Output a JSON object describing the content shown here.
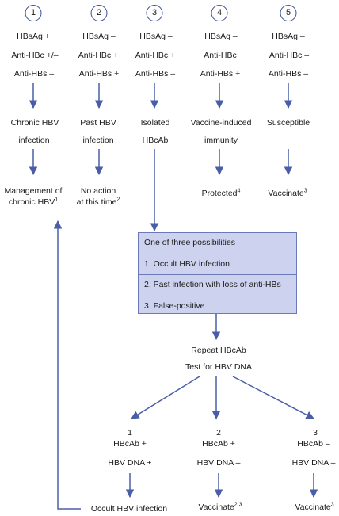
{
  "columns": [
    {
      "number": "1",
      "hbsag": "HBsAg +",
      "antihbc": "Anti-HBc +/–",
      "antihbs": "Anti-HBs –",
      "status_line1": "Chronic HBV",
      "status_line2": "infection",
      "action_line1": "Management of",
      "action_line2": "chronic HBV",
      "action_sup": "1"
    },
    {
      "number": "2",
      "hbsag": "HBsAg –",
      "antihbc": "Anti-HBc +",
      "antihbs": "Anti-HBs +",
      "status_line1": "Past HBV",
      "status_line2": "infection",
      "action_line1": "No action",
      "action_line2": "at this time",
      "action_sup": "2"
    },
    {
      "number": "3",
      "hbsag": "HBsAg –",
      "antihbc": "Anti-HBc +",
      "antihbs": "Anti-HBs –",
      "status_line1": "Isolated",
      "status_line2": "HBcAb"
    },
    {
      "number": "4",
      "hbsag": "HBsAg –",
      "antihbc": "Anti-HBc",
      "antihbs": "Anti-HBs +",
      "status_line1": "Vaccine-induced",
      "status_line2": "immunity",
      "action_line1": "Protected",
      "action_sup": "4"
    },
    {
      "number": "5",
      "hbsag": "HBsAg –",
      "antihbc": "Anti-HBc  –",
      "antihbs": "Anti-HBs –",
      "status_line1": "Susceptible",
      "action_line1": "Vaccinate",
      "action_sup": "3"
    }
  ],
  "possibilities": {
    "title": "One of three possibilities",
    "items": [
      "1. Occult HBV infection",
      "2. Past infection with loss of anti-HBs",
      "3. False-positive"
    ]
  },
  "repeat": {
    "line1": "Repeat HBcAb",
    "line2": "Test for HBV DNA"
  },
  "outcomes": [
    {
      "number": "1",
      "hbcab": "HBcAb +",
      "hbvdna": "HBV DNA +",
      "action": "Occult HBV  infection"
    },
    {
      "number": "2",
      "hbcab": "HBcAb +",
      "hbvdna": "HBV DNA –",
      "action": "Vaccinate",
      "action_sup": "2,3"
    },
    {
      "number": "3",
      "hbcab": "HBcAb –",
      "hbvdna": "HBV DNA –",
      "action": "Vaccinate",
      "action_sup": "3"
    }
  ],
  "colors": {
    "arrow": "#4a5ea8",
    "box_fill": "#cdd3ee",
    "box_border": "#6a7ab8"
  }
}
